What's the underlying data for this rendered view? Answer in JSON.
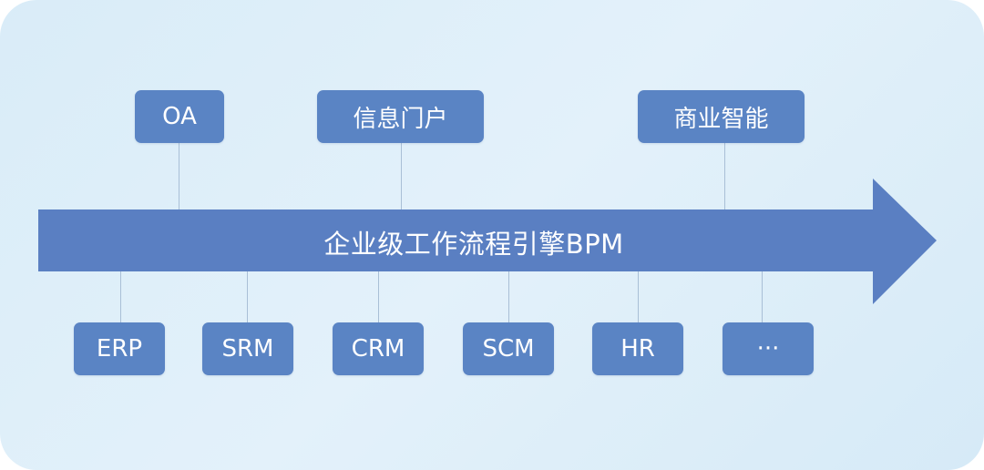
{
  "colors": {
    "arrow": "#5a7fc2",
    "box": "#5a84c4",
    "background": "#dcedf8",
    "connector": "#a9bfd6",
    "text": "#ffffff"
  },
  "arrow": {
    "label": "企业级工作流程引擎BPM"
  },
  "top_items": [
    {
      "label": "OA"
    },
    {
      "label": "信息门户"
    },
    {
      "label": "商业智能"
    }
  ],
  "bottom_items": [
    {
      "label": "ERP"
    },
    {
      "label": "SRM"
    },
    {
      "label": "CRM"
    },
    {
      "label": "SCM"
    },
    {
      "label": "HR"
    },
    {
      "label": "···"
    }
  ]
}
